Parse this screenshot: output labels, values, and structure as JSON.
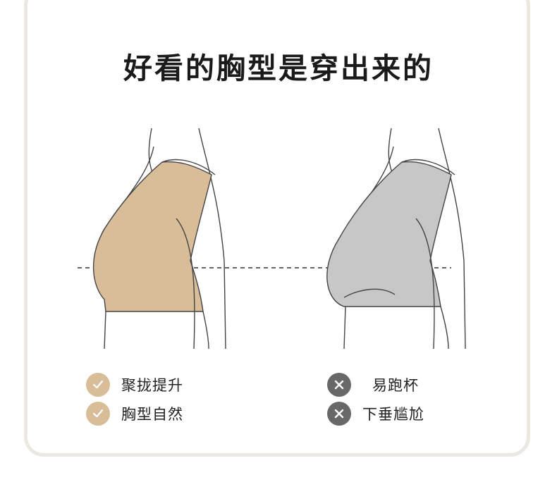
{
  "title": "好看的胸型是穿出来的",
  "colors": {
    "good_fill": "#d8bd98",
    "bad_fill": "#c7c7c7",
    "good_badge": "#d8bd98",
    "bad_badge": "#686868",
    "frame": "#ece8e1"
  },
  "good": {
    "items": [
      {
        "label": "聚拢提升",
        "icon": "check-icon"
      },
      {
        "label": "胸型自然",
        "icon": "check-icon"
      }
    ]
  },
  "bad": {
    "items": [
      {
        "label": "易跑杯",
        "icon": "cross-icon"
      },
      {
        "label": "下垂尴尬",
        "icon": "cross-icon"
      }
    ]
  }
}
